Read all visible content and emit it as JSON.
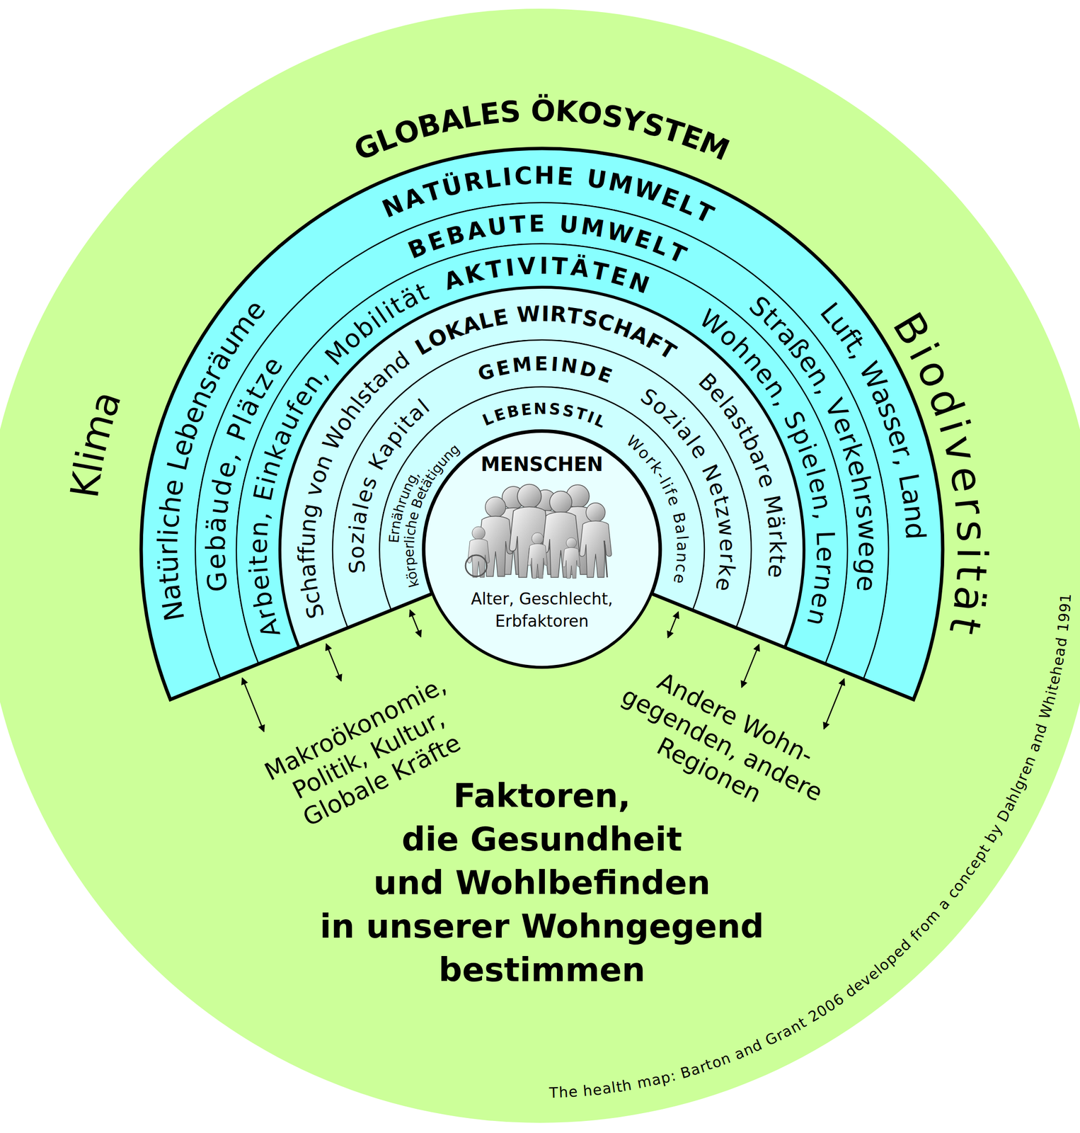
{
  "diagram": {
    "title": "Faktoren, die Gesundheit und Wohlbefinden in unserer Wohngegend bestimmen",
    "caption": "The health map: Barton and Grant 2006 developed from a concept by Dahlgren and Whitehead 1991",
    "nodes": [
      {
        "text": [
          "GLOBALES ÖKOSYSTEM",
          "Klima",
          "Biodiversität"
        ]
      },
      {
        "text": [
          "NATÜRLICHE UMWELT",
          "Natürliche Lebensräume",
          "Luft, Wasser, Land"
        ],
        "in": 0
      },
      {
        "text": [
          "BEBAUTE UMWELT",
          "Gebäude, Plätze",
          "Straßen, Verkehrswege"
        ],
        "in": 1
      },
      {
        "text": [
          "AKTIVITÄTEN",
          "Arbeiten, Einkaufen, Mobilität",
          "Wohnen, Spielen, Lernen"
        ],
        "in": 2
      },
      {
        "text": [
          "LOKALE WIRTSCHAFT",
          "Schaffung von Wohlstand",
          "Belastbare Märkte"
        ],
        "in": 3
      },
      {
        "text": [
          "GEMEINDE",
          "Soziales Kapital",
          "Soziale Netzwerke"
        ],
        "in": 4
      },
      {
        "text": [
          "LEBENSSTIL",
          "Ernährung, körperliche Betätigung",
          "Work-life Balance"
        ],
        "in": 5
      },
      {
        "text": [
          "MENSCHEN",
          "Alter, Geschlecht, Erbfaktoren"
        ],
        "in": 6
      }
    ],
    "labels": [
      "Makroökonomie, Politik, Kultur, Globale Kräfte",
      "Andere Wohn- gegenden, andere Regionen"
    ]
  }
}
